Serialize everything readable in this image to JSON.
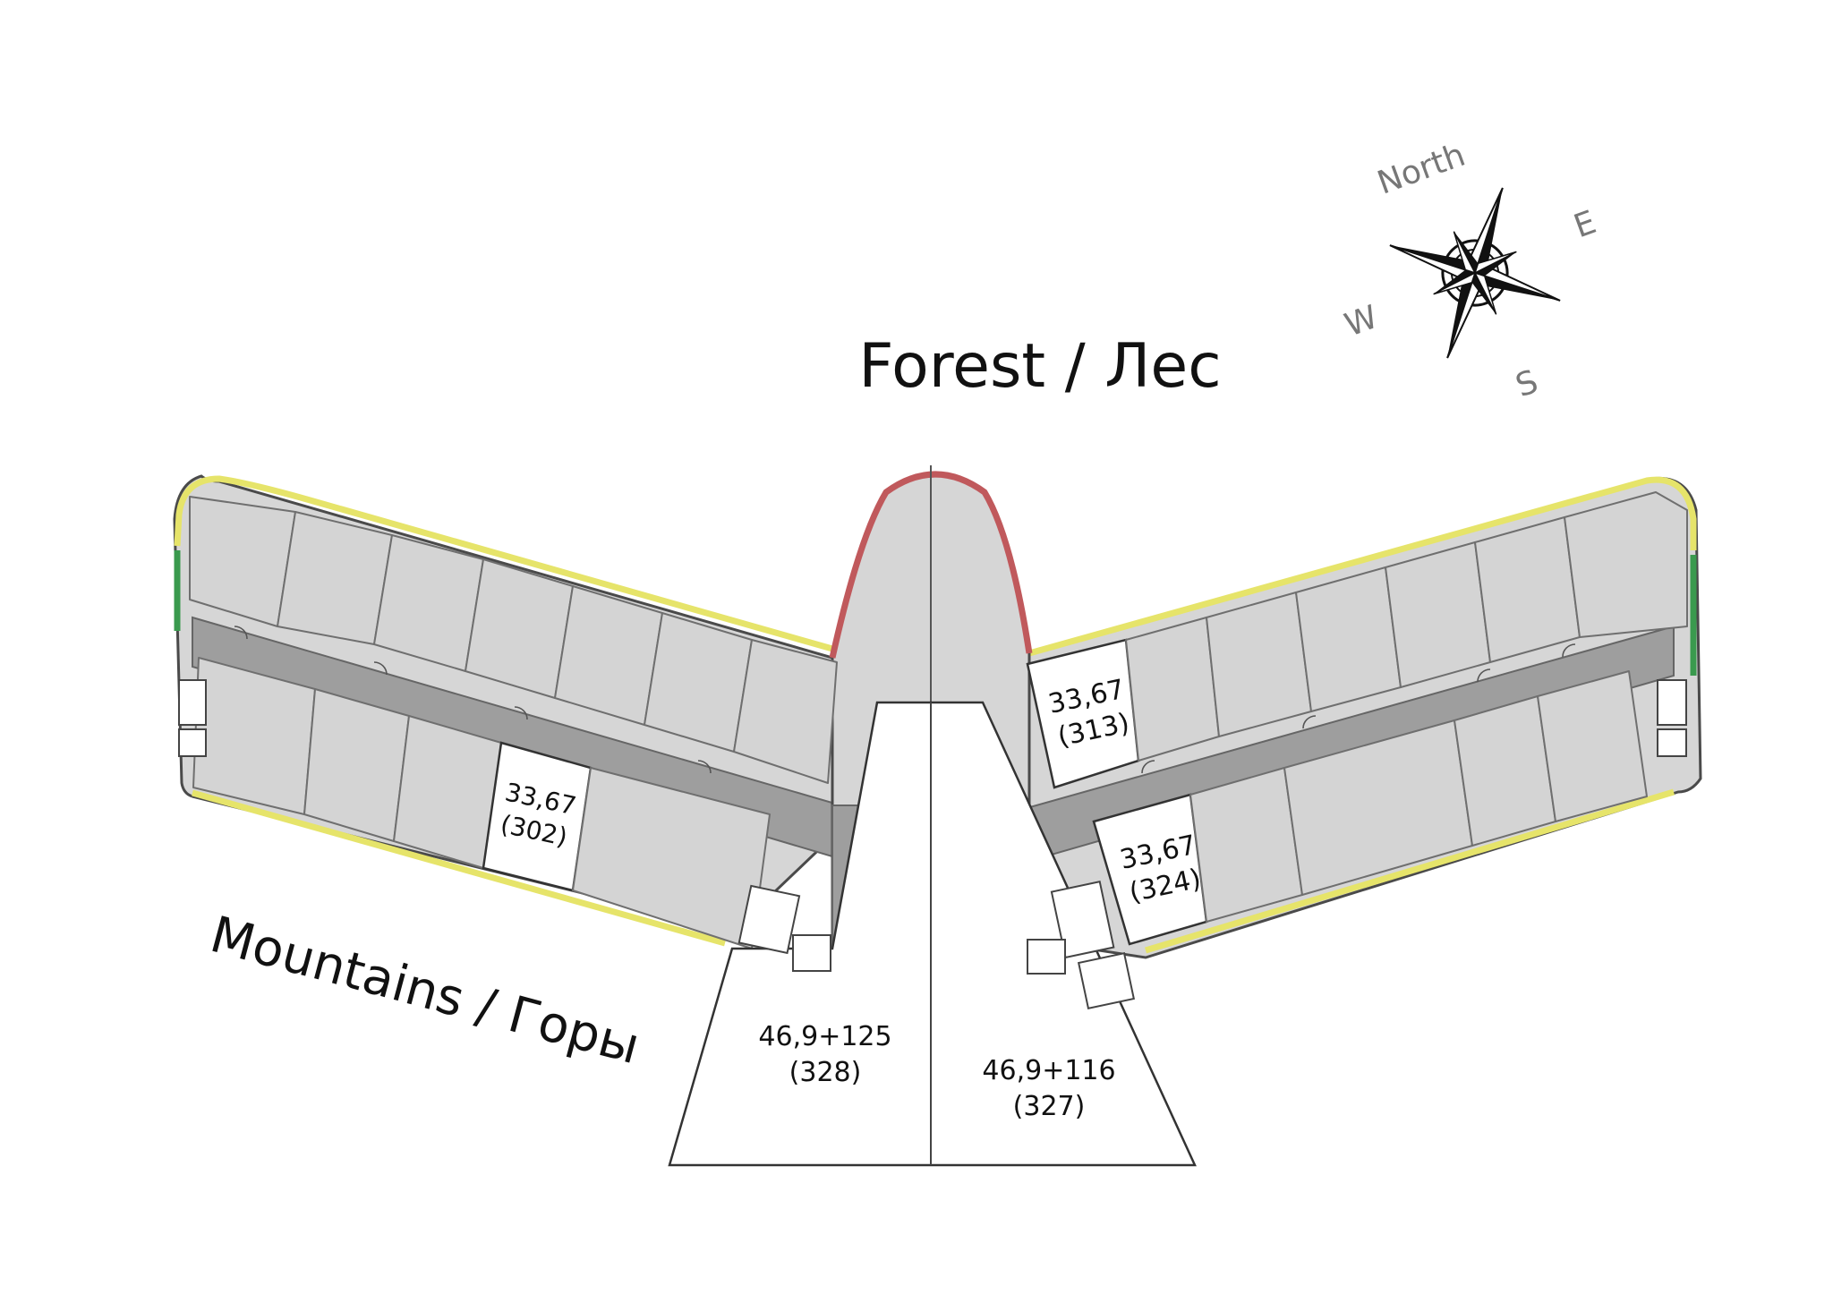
{
  "orientation": {
    "top": "Forest / Лес",
    "bottom_left": "Mountains / Горы"
  },
  "compass": {
    "north": "North",
    "east": "E",
    "south": "S",
    "west": "W",
    "icon": "compass-rose-icon"
  },
  "units": [
    {
      "id": "302",
      "area": "33,67",
      "number": "(302)",
      "status": "available"
    },
    {
      "id": "313",
      "area": "33,67",
      "number": "(313)",
      "status": "available"
    },
    {
      "id": "324",
      "area": "33,67",
      "number": "(324)",
      "status": "available"
    },
    {
      "id": "328",
      "area": "46,9+125",
      "number": "(328)",
      "status": "available"
    },
    {
      "id": "327",
      "area": "46,9+116",
      "number": "(327)",
      "status": "available"
    }
  ],
  "colors": {
    "available": "#ffffff",
    "sold": "#d4d4d4",
    "corridor": "#9e9e9e",
    "terrace_edge": "#e6e46a",
    "forest_edge": "#c0595c",
    "green_edge": "#3a9a4e"
  }
}
